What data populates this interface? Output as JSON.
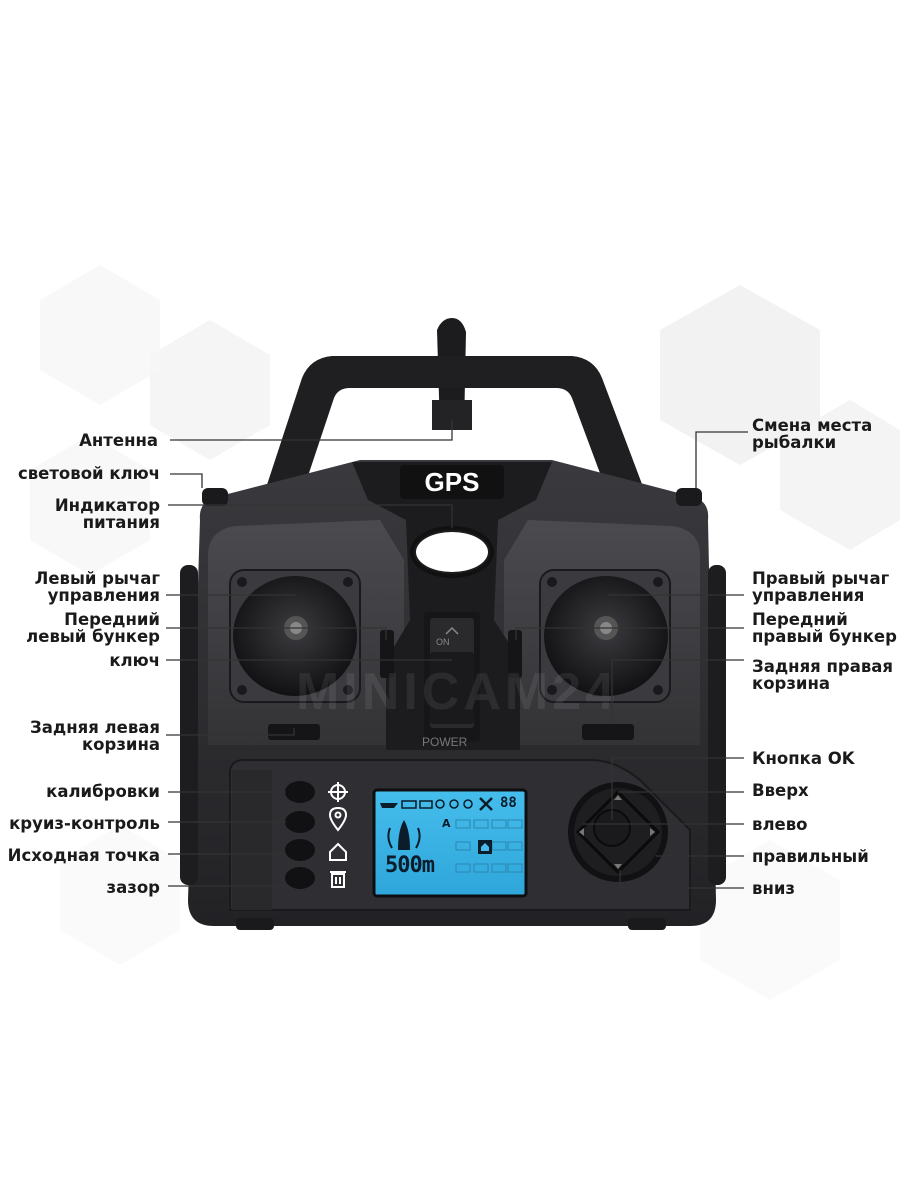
{
  "device": {
    "gps_label": "GPS",
    "switch_on": "ON",
    "power_label": "POWER",
    "watermark": "MINICAM24"
  },
  "lcd": {
    "distance": "500m",
    "mode_letter": "A",
    "signal_digits": "88"
  },
  "labels_left": {
    "antenna": "Антенна",
    "light_key": "световой ключ",
    "power_indicator_l1": "Индикатор",
    "power_indicator_l2": "питания",
    "left_stick_l1": "Левый рычаг",
    "left_stick_l2": "управления",
    "front_left_hopper_l1": "Передний",
    "front_left_hopper_l2": "левый бункер",
    "key": "ключ",
    "rear_left_basket_l1": "Задняя левая",
    "rear_left_basket_l2": "корзина",
    "calibration": "калибровки",
    "cruise_control": "круиз-контроль",
    "home_point": "Исходная точка",
    "gap": "зазор"
  },
  "labels_right": {
    "change_spot_l1": "Смена места",
    "change_spot_l2": "рыбалки",
    "right_stick_l1": "Правый рычаг",
    "right_stick_l2": "управления",
    "front_right_hopper_l1": "Передний",
    "front_right_hopper_l2": "правый бункер",
    "rear_right_basket_l1": "Задняя правая",
    "rear_right_basket_l2": "корзина",
    "ok_button": "Кнопка OK",
    "up": "Вверх",
    "left": "влево",
    "right": "правильный",
    "down": "вниз"
  },
  "icons": [
    "crosshair-icon",
    "location-pin-icon",
    "home-icon",
    "trash-icon",
    "boat-icon",
    "battery-icon",
    "satellite-icon",
    "up-arrow-icon",
    "down-arrow-icon",
    "left-arrow-icon",
    "right-arrow-icon"
  ],
  "colors": {
    "body": "#2b2b2e",
    "lcd": "#3ab4e6",
    "lcd_ink": "#0b1d2b",
    "label_text": "#1a1a1a",
    "leader": "#333333"
  }
}
